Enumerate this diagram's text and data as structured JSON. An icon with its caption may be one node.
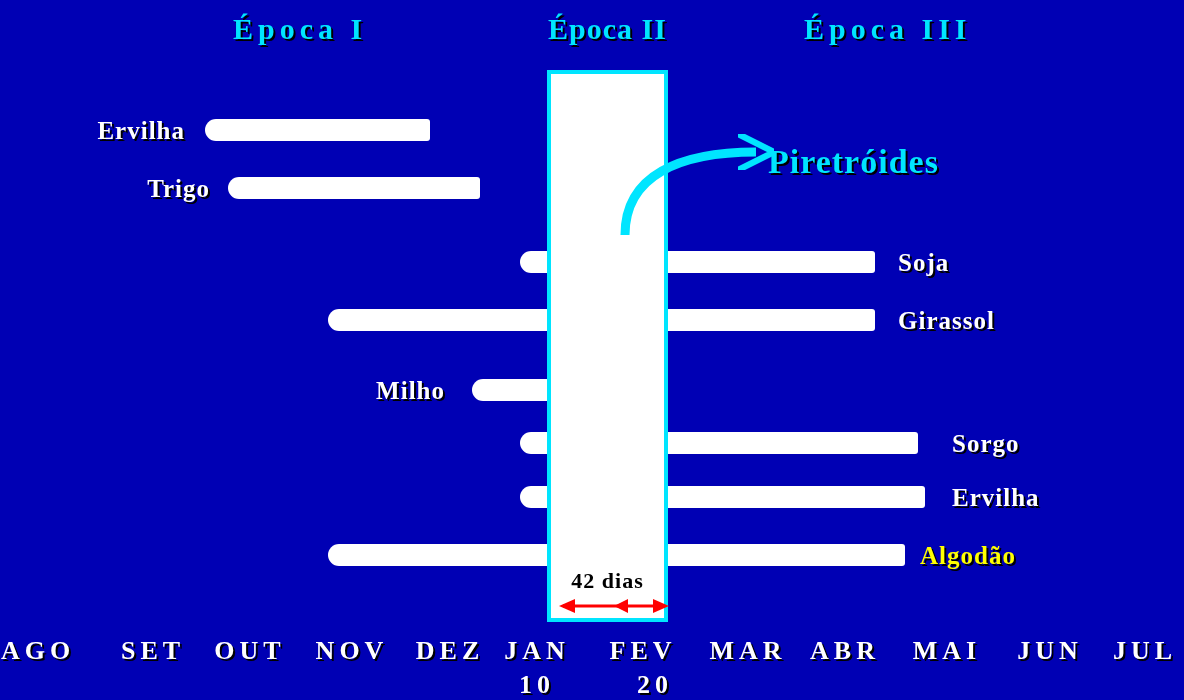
{
  "diagram": {
    "nodes": [
      {
        "text": [
          "Época II",
          "42 dias"
        ]
      },
      {
        "text": [
          "Piretróides"
        ]
      },
      {
        "text": [
          "Ervilha"
        ]
      },
      {
        "text": [
          "Trigo"
        ]
      },
      {
        "text": [
          "Soja"
        ]
      },
      {
        "text": [
          "Girassol"
        ]
      },
      {
        "text": [
          "Milho"
        ]
      },
      {
        "text": [
          "Sorgo"
        ]
      },
      {
        "text": [
          "Ervilha"
        ]
      },
      {
        "text": [
          "Algodão"
        ]
      }
    ],
    "edges": [
      {
        "from": 0,
        "to": 1,
        "arrow": "to",
        "color": "#00e5ff"
      }
    ],
    "labels": [
      "Época I",
      "Época III",
      "AGO",
      "SET",
      "OUT",
      "NOV",
      "DEZ",
      "JAN",
      "FEV",
      "MAR",
      "ABR",
      "MAI",
      "JUN",
      "JUL",
      "10",
      "20"
    ]
  }
}
